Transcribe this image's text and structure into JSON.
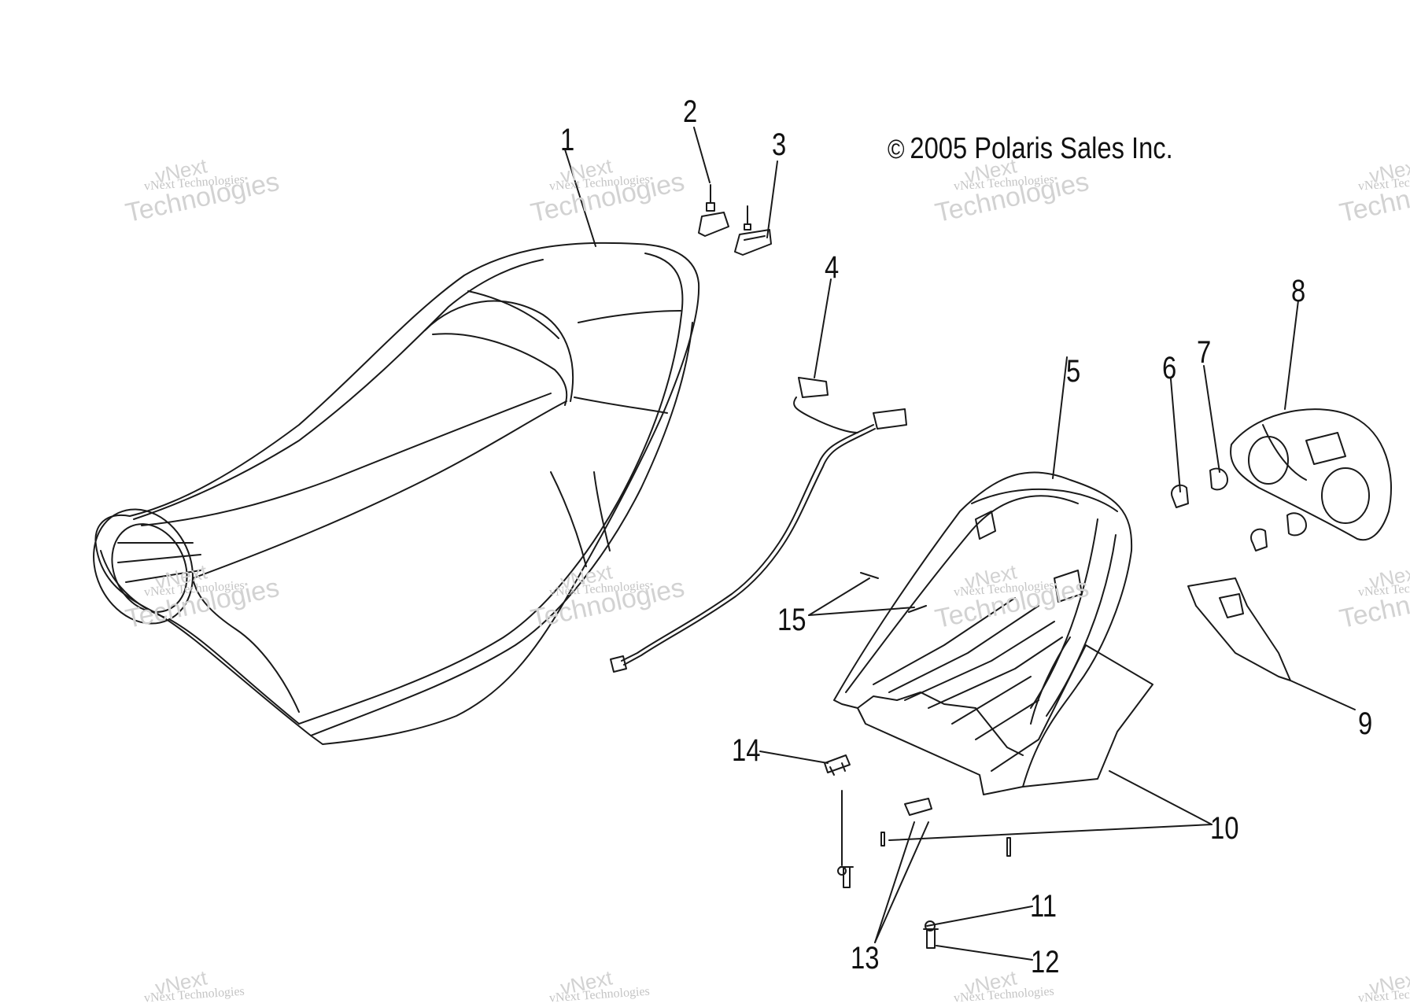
{
  "copyright": {
    "symbol": "©",
    "text": "2005 Polaris Sales Inc."
  },
  "watermark": {
    "small": "vNext Technologies",
    "large": "Technologies",
    "top": "vNext"
  },
  "callouts": [
    "1",
    "2",
    "3",
    "4",
    "5",
    "6",
    "7",
    "8",
    "9",
    "10",
    "11",
    "12",
    "13",
    "14",
    "15"
  ]
}
